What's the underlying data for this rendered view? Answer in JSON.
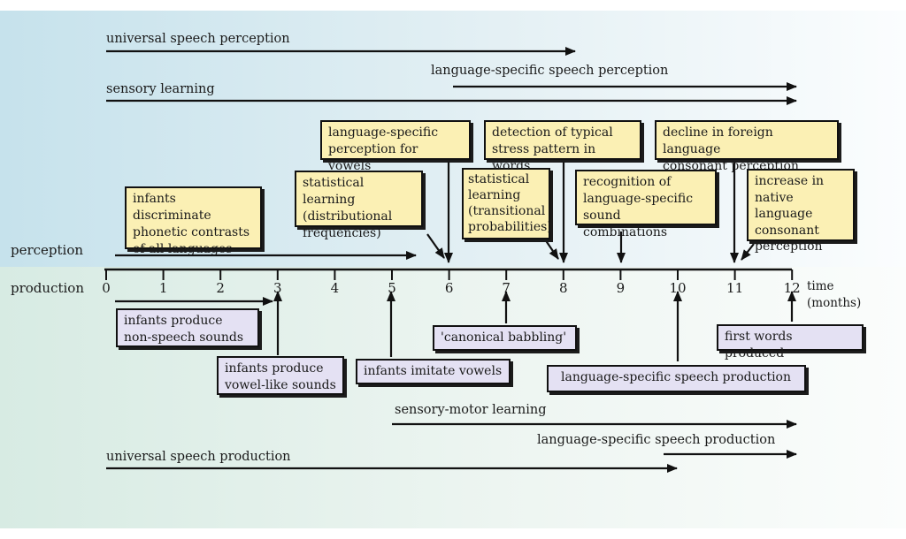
{
  "perception_label": "perception",
  "production_label": "production",
  "axis": {
    "ticks": [
      "0",
      "1",
      "2",
      "3",
      "4",
      "5",
      "6",
      "7",
      "8",
      "9",
      "10",
      "11",
      "12"
    ],
    "unit_line1": "time",
    "unit_line2": "(months)"
  },
  "ranges_top": {
    "universal_perception": "universal speech perception",
    "language_specific_perception": "language-specific speech perception",
    "sensory_learning": "sensory learning"
  },
  "perception_boxes": {
    "discriminate": "infants discriminate\nphonetic contrasts\nof all languages",
    "statistical_distributional": "statistical learning\n(distributional\nfrequencies)",
    "vowels": "language-specific\nperception for vowels",
    "statistical_transitional": "statistical\nlearning\n(transitional\nprobabilities)",
    "stress": "detection of typical\nstress pattern in words",
    "sound_combinations": "recognition of\nlanguage-specific\nsound combinations",
    "foreign_decline": "decline in foreign language\nconsonant perception",
    "native_increase": "increase in\nnative language\nconsonant\nperception"
  },
  "production_boxes": {
    "non_speech": "infants produce\nnon-speech sounds",
    "vowel_like": "infants produce\nvowel-like sounds",
    "imitate": "infants imitate vowels",
    "canonical": "'canonical babbling'",
    "language_specific_production": "language-specific speech production",
    "first_words": "first words produced"
  },
  "ranges_bottom": {
    "sensory_motor": "sensory-motor learning",
    "language_specific_production": "language-specific speech production",
    "universal_production": "universal speech production"
  },
  "colors": {
    "perception_box": "#fbf0b4",
    "production_box": "#e4e1f3",
    "perception_band": "#cfe6ee",
    "production_band": "#e6f1ec"
  }
}
